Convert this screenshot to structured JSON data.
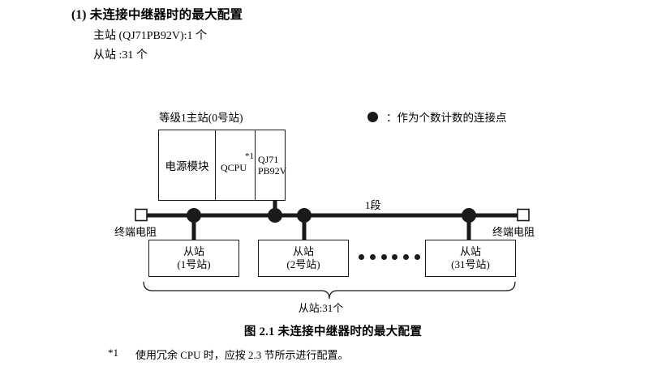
{
  "heading": {
    "number": "(1)",
    "title": "未连接中继器时的最大配置",
    "spec_master": "主站 (QJ71PB92V):1 个",
    "spec_slave": "从站 :31 个"
  },
  "legend": {
    "dot_icon": "filled-circle-icon",
    "separator": "：",
    "text": "：作为个数计数的连接点"
  },
  "diagram": {
    "master_label": "等级1主站(0号站)",
    "master_module": {
      "power_supply": "电源模块",
      "cpu": "QCPU",
      "cpu_footnote_marker": "*1",
      "network_card_line1": "QJ71",
      "network_card_line2": "PB92V"
    },
    "terminal_resistor_left": "终端电阻",
    "terminal_resistor_right": "终端电阻",
    "segment_label": "1段",
    "slaves": [
      {
        "title": "从站",
        "number": "(1号站)"
      },
      {
        "title": "从站",
        "number": "(2号站)"
      },
      {
        "title": "从站",
        "number": "(31号站)"
      }
    ],
    "ellipsis_count": 6,
    "brace_caption": "从站:31个"
  },
  "figure_caption": "图 2.1  未连接中继器时的最大配置",
  "footnote": {
    "marker": "*1",
    "text": "使用冗余 CPU 时，应按 2.3 节所示进行配置。"
  },
  "colors": {
    "line": "#1a1a1a",
    "text": "#000000",
    "background": "#ffffff"
  }
}
